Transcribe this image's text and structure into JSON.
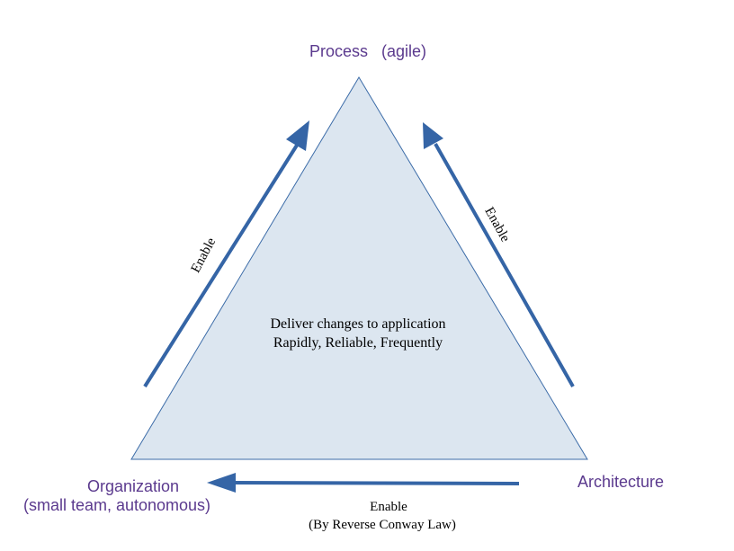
{
  "colors": {
    "triangle_fill": "#dce6f0",
    "triangle_stroke": "#3c6ca8",
    "arrow": "#3565a6",
    "node_text": "#5b3a8e"
  },
  "nodes": {
    "top": {
      "label": "Process   (agile)"
    },
    "left": {
      "line1": "Organization",
      "line2": "(small team, autonomous)"
    },
    "right": {
      "label": "Architecture"
    }
  },
  "center": {
    "line1": "Deliver changes to application",
    "line2": "Rapidly, Reliable, Frequently"
  },
  "edges": {
    "left": {
      "label": "Enable"
    },
    "right": {
      "label": "Enable"
    },
    "bottom": {
      "line1": "Enable",
      "line2": "(By Reverse Conway Law)"
    }
  }
}
